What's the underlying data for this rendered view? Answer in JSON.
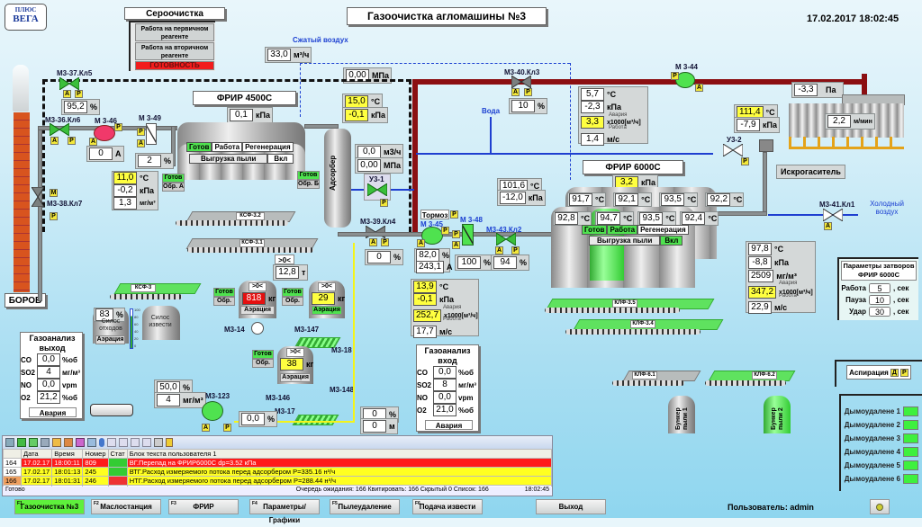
{
  "header": {
    "logo_top": "ПЛЮС",
    "logo_bottom": "ВЕГА",
    "title": "Газоочистка агломашины №3",
    "datetime": "17.02.2017 18:02:45"
  },
  "sulfur": {
    "title": "Сероочистка",
    "btn1": "Работа на первичном реагенте",
    "btn2": "Работа на вторичном реагенте",
    "status": "ГОТОВНОСТЬ"
  },
  "compressed_air": {
    "label": "Сжатый воздух",
    "flow": "33,0",
    "flow_unit": "м³/ч",
    "pressure": "0,00",
    "pressure_unit": "МПа"
  },
  "water_label": "Вода",
  "cold_air_label": "Холодный воздух",
  "valves": {
    "kl5": {
      "name": "М3-37.Кл5",
      "value": "95,2",
      "unit": "%"
    },
    "kl6": {
      "name": "М3-36.Кл6"
    },
    "kl7": {
      "name": "М3-38.Кл7"
    },
    "kl3": {
      "name": "М3-40.Кл3",
      "value": "10",
      "unit": "%"
    },
    "kl4": {
      "name": "М3-39.Кл4",
      "value": "0",
      "unit": "%"
    },
    "kl2": {
      "name": "М3-43.Кл2",
      "value": "94",
      "unit": "%"
    },
    "kl1": {
      "name": "М3-41.Кл1"
    },
    "uz1": {
      "name": "У3-1"
    },
    "uz2": {
      "name": "У3-2"
    }
  },
  "m346": {
    "name": "М 3-46",
    "value": "0",
    "unit": "А"
  },
  "m349": {
    "name": "М 3-49",
    "value": "2",
    "unit": "%"
  },
  "m344": {
    "name": "М 3-44"
  },
  "m345": {
    "name": "М 3-45",
    "brake": "Тормоз",
    "pct": "82,0",
    "pct_unit": "%",
    "amp": "243,1",
    "amp_unit": "А"
  },
  "m348": {
    "name": "М 3-48",
    "value": "100",
    "unit": "%"
  },
  "outlet_params": {
    "temp": "11,0",
    "temp_unit": "°С",
    "press": "-0,2",
    "press_unit": "кПа",
    "dust": "1,3",
    "dust_unit": "мг/м³"
  },
  "frir4500": {
    "title": "ФРИР 4500С",
    "press": "0,1",
    "press_unit": "кПа",
    "temp": "15,0",
    "temp_unit": "°С",
    "press2": "-0,1",
    "press2_unit": "кПа",
    "status_ready": "Готов",
    "status_work": "Работа",
    "status_regen": "Регенерация",
    "unload": "Выгрузка пыли",
    "on": "Вкл",
    "gotov_a": "Готов",
    "obr_a": "Обр. А",
    "gotov_b": "Готов",
    "obr_b": "Обр. Б",
    "ksf2": "КСФ-3.2",
    "ksf1": "КСФ-3.1",
    "ksf3": "КСФ-3"
  },
  "adsorber": {
    "label": "Адсорбер",
    "flow": "0,0",
    "flow_unit": "м3/ч",
    "press": "0,00",
    "press_unit": "МПа"
  },
  "boiler_params": {
    "temp": "5,7",
    "temp_unit": "°С",
    "press": "-2,3",
    "press_unit": "кПа",
    "flow": "3,3",
    "flow_unit": "x1000[м³/ч]",
    "alarm": "Авария",
    "work": "Работа",
    "speed": "1,4",
    "speed_unit": "м/с"
  },
  "sinter": {
    "press": "-3,3",
    "press_unit": "Па",
    "speed": "2,2",
    "speed_unit": "м/мин",
    "temp": "111,4",
    "temp_unit": "°С",
    "press2": "-7,9",
    "press2_unit": "кПа",
    "spark": "Искрогаситель"
  },
  "frir6000": {
    "title": "ФРИР 6000С",
    "press": "3,2",
    "press_unit": "кПа",
    "inlet_temp": "101,6",
    "inlet_temp_unit": "°С",
    "inlet_press": "-12,0",
    "inlet_press_unit": "кПа",
    "temps_top": [
      "91,7",
      "92,1",
      "93,5",
      "92,2"
    ],
    "temps_bottom": [
      "92,8",
      "94,7",
      "93,5",
      "92,4"
    ],
    "temp_unit": "°С",
    "status_ready": "Готов",
    "status_work": "Работа",
    "status_regen": "Регенерация",
    "unload": "Выгрузка пыли",
    "on": "Вкл",
    "klf5": "КЛФ-3.5",
    "klf4": "КЛФ-3.4",
    "klf61": "КЛФ-6.1",
    "klf62": "КЛФ-6.2",
    "bunker1": "Бункер пыли 1",
    "bunker2": "Бункер пыли 2"
  },
  "after6000": {
    "temp": "97,8",
    "temp_unit": "°С",
    "press": "-8,8",
    "press_unit": "кПа",
    "dust": "2509",
    "dust_unit": "мг/м³",
    "flow": "347,2",
    "flow_unit": "x1000[м³/ч]",
    "alarm": "Авария",
    "work": "Работа",
    "speed": "22,9",
    "speed_unit": "м/с"
  },
  "shutters": {
    "title": "Параметры затворов ФРИР 6000С",
    "rows": [
      {
        "label": "Работа",
        "value": "5",
        "unit": ", сек"
      },
      {
        "label": "Пауза",
        "value": "10",
        "unit": ", сек"
      },
      {
        "label": "Удар",
        "value": "30",
        "unit": ", сек"
      }
    ]
  },
  "inlet_mid": {
    "temp": "13,9",
    "temp_unit": "°С",
    "press": "-0,1",
    "press_unit": "кПа",
    "flow": "252,7",
    "flow_unit": "x1000[м³/ч]",
    "alarm": "Авария",
    "work": "Работа",
    "speed": "17,7",
    "speed_unit": "м/с"
  },
  "borov": "БОРОВ",
  "gas_out": {
    "title": "Газоанализ выход",
    "rows": [
      {
        "k": "CO",
        "v": "0,0",
        "u": "%об"
      },
      {
        "k": "SO2",
        "v": "4",
        "u": "мг/м³"
      },
      {
        "k": "NO",
        "v": "0,0",
        "u": "vpm"
      },
      {
        "k": "O2",
        "v": "21,2",
        "u": "%об"
      }
    ],
    "alarm": "Авария"
  },
  "gas_in": {
    "title": "Газоанализ вход",
    "rows": [
      {
        "k": "CO",
        "v": "0,0",
        "u": "%об"
      },
      {
        "k": "SO2",
        "v": "8",
        "u": "мг/м³"
      },
      {
        "k": "NO",
        "v": "0,0",
        "u": "vpm"
      },
      {
        "k": "O2",
        "v": "21,0",
        "u": "%об"
      }
    ],
    "alarm": "Авария"
  },
  "silos": {
    "waste": "Силос отходов",
    "waste_level": "83",
    "waste_unit": "%",
    "waste_aer": "Аэрация",
    "lime": "Силос извести",
    "scale": [
      "100",
      "80",
      "60",
      "40",
      "20",
      "0"
    ]
  },
  "dosing": {
    "weight": "12,8",
    "weight_unit": "т",
    "zero": ">0<",
    "t1": {
      "value": "818",
      "unit": "кг",
      "aer": "Аэрация",
      "gotov": "Готов",
      "obr": "Обр.",
      "motor": "М3-14"
    },
    "t2": {
      "value": "29",
      "unit": "кг",
      "aer": "Аэрация",
      "gotov": "Готов",
      "obr": "Обр.",
      "motor": "М3-147"
    },
    "t3": {
      "value": "38",
      "unit": "кг",
      "aer": "Аэрация",
      "gotov": "Готов",
      "obr": "Обр.",
      "motor": "М3-146"
    },
    "m318": "М3-18",
    "m317": "М3-17",
    "m3148": "М3-148",
    "m3123": "М3-123",
    "lime_pct": "50,0",
    "lime_pct_unit": "%",
    "lime_dust": "4",
    "lime_dust_unit": "мг/м³",
    "feed": "0,0",
    "feed_unit": "%",
    "cnt1": "0",
    "cnt1_unit": "%",
    "cnt2": "0",
    "cnt2_unit": "м"
  },
  "aspiration": {
    "label": "Аспирация",
    "tag1": "Д",
    "tag2": "Р"
  },
  "smoke": [
    "Дымоудалене 1",
    "Дымоудалене 2",
    "Дымоудалене 3",
    "Дымоудалене 4",
    "Дымоудалене 5",
    "Дымоудалене 6"
  ],
  "log": {
    "columns": [
      "",
      "Дата",
      "Время",
      "Номер",
      "Стат",
      "Блок текста пользователя 1"
    ],
    "rows": [
      {
        "n": "164",
        "date": "17.02.17",
        "time": "18:00:11",
        "num": "809",
        "text": "ВГ.Перепад на ФРИР6000С  dp=3.52 кПа",
        "color": "#ff1a1a"
      },
      {
        "n": "165",
        "date": "17.02.17",
        "time": "18:01:13",
        "num": "245",
        "text": "ВТГ.Расход измеряемого потока перед адсорбером  P=335.16 н³/ч",
        "color": "#ffff20"
      },
      {
        "n": "166",
        "date": "17.02.17",
        "time": "18:01:31",
        "num": "246",
        "text": "НТГ.Расход измеряемого потока перед адсорбером  P=288.44 н³/ч",
        "color": "#ffff20"
      },
      {
        "n": "167",
        "date": "",
        "time": "",
        "num": "",
        "text": "",
        "color": "#ffffff"
      }
    ],
    "status_left": "Готово",
    "status_queue": "Очередь ожидания: 166  Квитировать: 166  Скрытый 0  Список: 166",
    "status_time": "18:02:45"
  },
  "fkeys": [
    {
      "k": "F1",
      "label": "Газоочистка №3"
    },
    {
      "k": "F2",
      "label": "Маслостанция"
    },
    {
      "k": "F3",
      "label": "ФРИР"
    },
    {
      "k": "F4",
      "label": "Параметры/ Графики"
    },
    {
      "k": "F5",
      "label": "Пылеудаление"
    },
    {
      "k": "F6",
      "label": "Подача извести"
    },
    {
      "k": "",
      "label": "Выход"
    }
  ],
  "user": "Пользователь:  admin",
  "accent": {
    "green": "#4fe24f",
    "red": "#8b0f12",
    "yellow": "#ffff40",
    "blue": "#1f3fd0"
  }
}
